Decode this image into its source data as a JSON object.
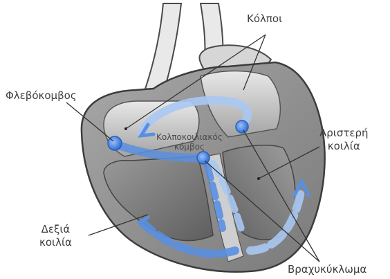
{
  "labels": {
    "atria": "Κόλποι",
    "sinoatrial_node": "Φλεβόκομβος",
    "left_ventricle_line1": "Αριστερή",
    "left_ventricle_line2": "κοιλία",
    "right_ventricle_line1": "Δεξιά",
    "right_ventricle_line2": "κοιλία",
    "av_node_line1": "Κολποκοιλιακός",
    "av_node_line2": "κόμβος",
    "purkinje": "Βραχυκύκλωμα"
  },
  "colors": {
    "heart_outer": "#8c8c8c",
    "heart_wall": "#b5b5b5",
    "chamber": "#6f6f6f",
    "atrium_light": "#c9c9c9",
    "vessel": "#e6e6e6",
    "arrow": "#5a8fe0",
    "arrow_light": "#a9c8f2",
    "node": "#3f7fe0",
    "leader": "#333333"
  }
}
